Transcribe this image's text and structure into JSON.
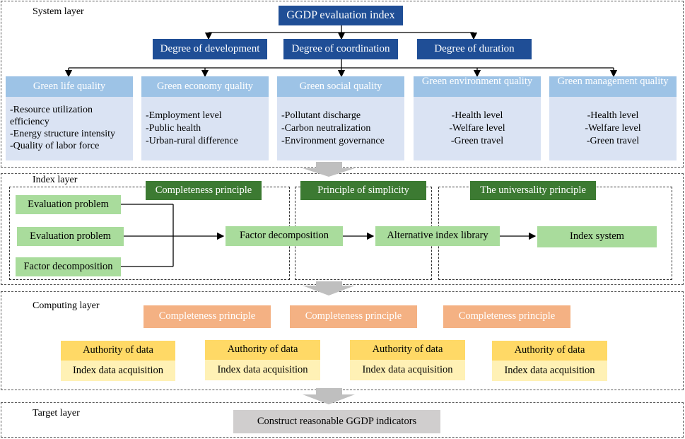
{
  "system_layer": {
    "title": "System layer",
    "root": "GGDP evaluation index",
    "degrees": [
      "Degree of development",
      "Degree of coordination",
      "Degree of duration"
    ],
    "categories": [
      {
        "title": "Green life quality",
        "items": [
          "-Resource utilization efficiency",
          "-Energy structure intensity",
          "-Quality of labor force"
        ]
      },
      {
        "title": "Green economy quality",
        "items": [
          "-Employment level",
          "-Public health",
          "-Urban-rural difference"
        ]
      },
      {
        "title": "Green social quality",
        "items": [
          "-Pollutant discharge",
          "-Carbon neutralization",
          "-Environment governance"
        ]
      },
      {
        "title": "Green environment quality",
        "items": [
          "-Health level",
          "-Welfare level",
          "-Green travel"
        ]
      },
      {
        "title": "Green management quality",
        "items": [
          "-Health level",
          "-Welfare level",
          "-Green travel"
        ]
      }
    ]
  },
  "index_layer": {
    "title": "Index layer",
    "principles": [
      "Completeness principle",
      "Principle of simplicity",
      "The universality principle"
    ],
    "inputs": [
      "Evaluation problem",
      "Evaluation problem",
      "Factor decomposition"
    ],
    "factor_decomposition": "Factor decomposition",
    "alternative_library": "Alternative index library",
    "index_system": "Index system"
  },
  "computing_layer": {
    "title": "Computing layer",
    "principles": [
      "Completeness principle",
      "Completeness principle",
      "Completeness principle"
    ],
    "data_boxes": [
      {
        "top": "Authority of data",
        "bottom": "Index data acquisition"
      },
      {
        "top": "Authority of data",
        "bottom": "Index data acquisition"
      },
      {
        "top": "Authority of data",
        "bottom": "Index data acquisition"
      },
      {
        "top": "Authority of data",
        "bottom": "Index data acquisition"
      }
    ]
  },
  "target_layer": {
    "title": "Target layer",
    "target": "Construct reasonable GGDP indicators"
  },
  "colors": {
    "navy": "#1f4e96",
    "light_blue": "#9dc3e6",
    "pale_blue": "#dae3f3",
    "dark_green": "#3c7a32",
    "light_green": "#a9dc9c",
    "peach": "#f4b183",
    "gold": "#ffd966",
    "light_gold": "#fff1b5",
    "gray": "#d0cece"
  }
}
